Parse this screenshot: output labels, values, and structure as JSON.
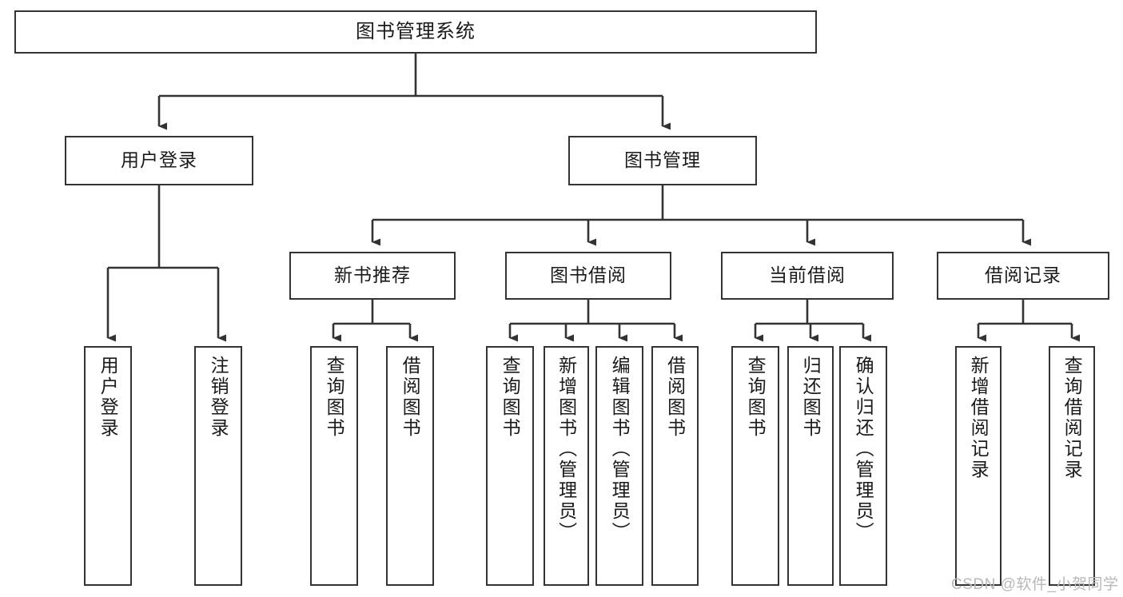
{
  "diagram": {
    "type": "tree",
    "title": "图书管理系统",
    "watermark": "CSDN @软件_小贺同学",
    "colors": {
      "box_border": "#333333",
      "box_fill": "#ffffff",
      "edge": "#333333",
      "text": "#1a1a1a",
      "watermark": "#b8b8b8",
      "background": "#ffffff"
    },
    "levels": {
      "root": "图书管理系统",
      "level2": [
        "用户登录",
        "图书管理"
      ],
      "level3": [
        "新书推荐",
        "图书借阅",
        "当前借阅",
        "借阅记录"
      ]
    },
    "nodes": {
      "root": {
        "label": "图书管理系统"
      },
      "l2": [
        {
          "label": "用户登录"
        },
        {
          "label": "图书管理"
        }
      ],
      "l3": [
        {
          "label": "新书推荐"
        },
        {
          "label": "图书借阅"
        },
        {
          "label": "当前借阅"
        },
        {
          "label": "借阅记录"
        }
      ],
      "leaves": [
        {
          "label": "用户登录",
          "parent": "用户登录"
        },
        {
          "label": "注销登录",
          "parent": "用户登录"
        },
        {
          "label": "查询图书",
          "parent": "新书推荐"
        },
        {
          "label": "借阅图书",
          "parent": "新书推荐"
        },
        {
          "label": "查询图书",
          "parent": "图书借阅"
        },
        {
          "label": "新增图书（管理员）",
          "parent": "图书借阅"
        },
        {
          "label": "编辑图书（管理员）",
          "parent": "图书借阅"
        },
        {
          "label": "借阅图书",
          "parent": "图书借阅"
        },
        {
          "label": "查询图书",
          "parent": "当前借阅"
        },
        {
          "label": "归还图书",
          "parent": "当前借阅"
        },
        {
          "label": "确认归还（管理员）",
          "parent": "当前借阅"
        },
        {
          "label": "新增借阅记录",
          "parent": "借阅记录"
        },
        {
          "label": "查询借阅记录",
          "parent": "借阅记录"
        }
      ]
    }
  }
}
